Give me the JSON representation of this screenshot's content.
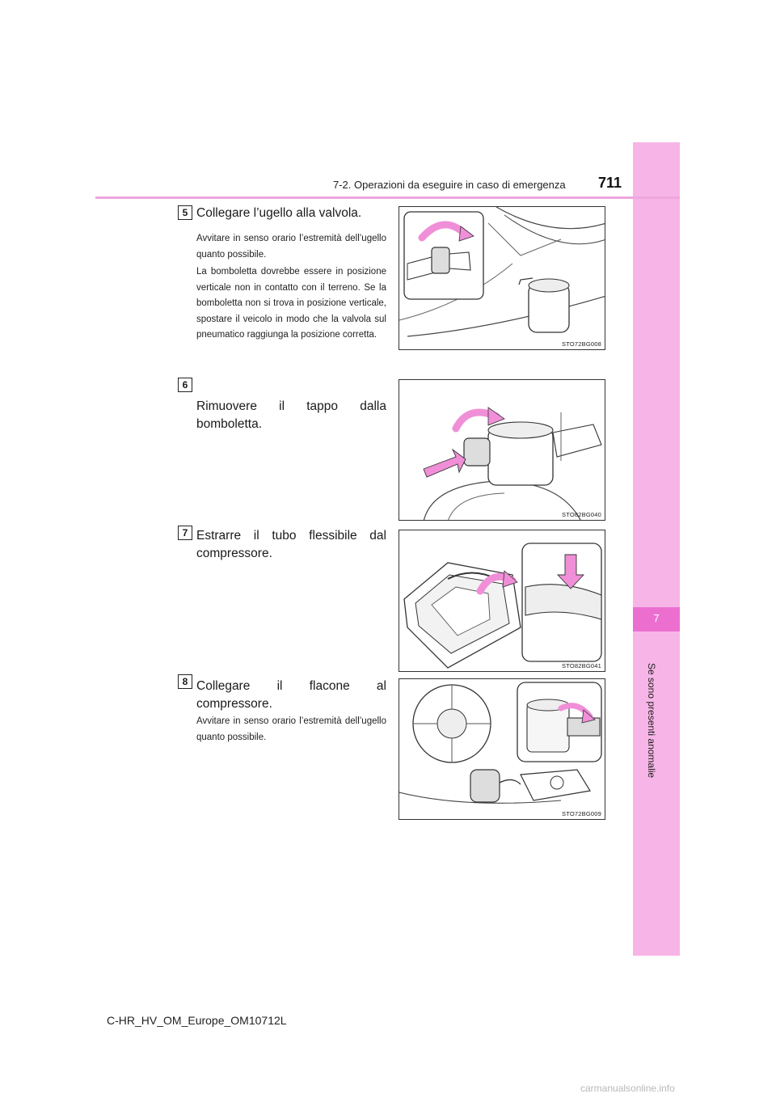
{
  "header": {
    "section": "7-2. Operazioni da eseguire in caso di emergenza",
    "page_number": "711"
  },
  "side_tab": {
    "chapter_number": "7",
    "chapter_title": "Se sono presenti anomalie"
  },
  "steps": [
    {
      "number": "5",
      "title": "Collegare l’ugello alla valvola.",
      "paragraphs": [
        "Avvitare in senso orario l’estremità dell’ugello quanto possibile.",
        "La bomboletta dovrebbe essere in posizione verticale non in contatto con il terreno. Se la bomboletta non si trova in posizione verticale, spostare il veicolo in modo che la valvola sul pneumatico raggiunga la posizione corretta."
      ],
      "figure_code": "STO72BG008"
    },
    {
      "number": "6",
      "title": "Rimuovere il tappo dalla bomboletta.",
      "paragraphs": [],
      "figure_code": "STO82BG040"
    },
    {
      "number": "7",
      "title": "Estrarre il tubo flessibile dal compressore.",
      "paragraphs": [],
      "figure_code": "STO82BG041"
    },
    {
      "number": "8",
      "title": "Collegare il flacone al compressore.",
      "paragraphs": [
        "Avvitare in senso orario l’estremità dell’ugello quanto possibile."
      ],
      "figure_code": "STO72BG009"
    }
  ],
  "footer": {
    "document_code": "C-HR_HV_OM_Europe_OM10712L"
  },
  "watermark": "carmanualsonline.info",
  "colors": {
    "side_tab": "#f6b5e6",
    "side_tab_active": "#ec6fd0",
    "header_rule": "#f0a6de",
    "arrow_fill": "#f08fd8"
  }
}
